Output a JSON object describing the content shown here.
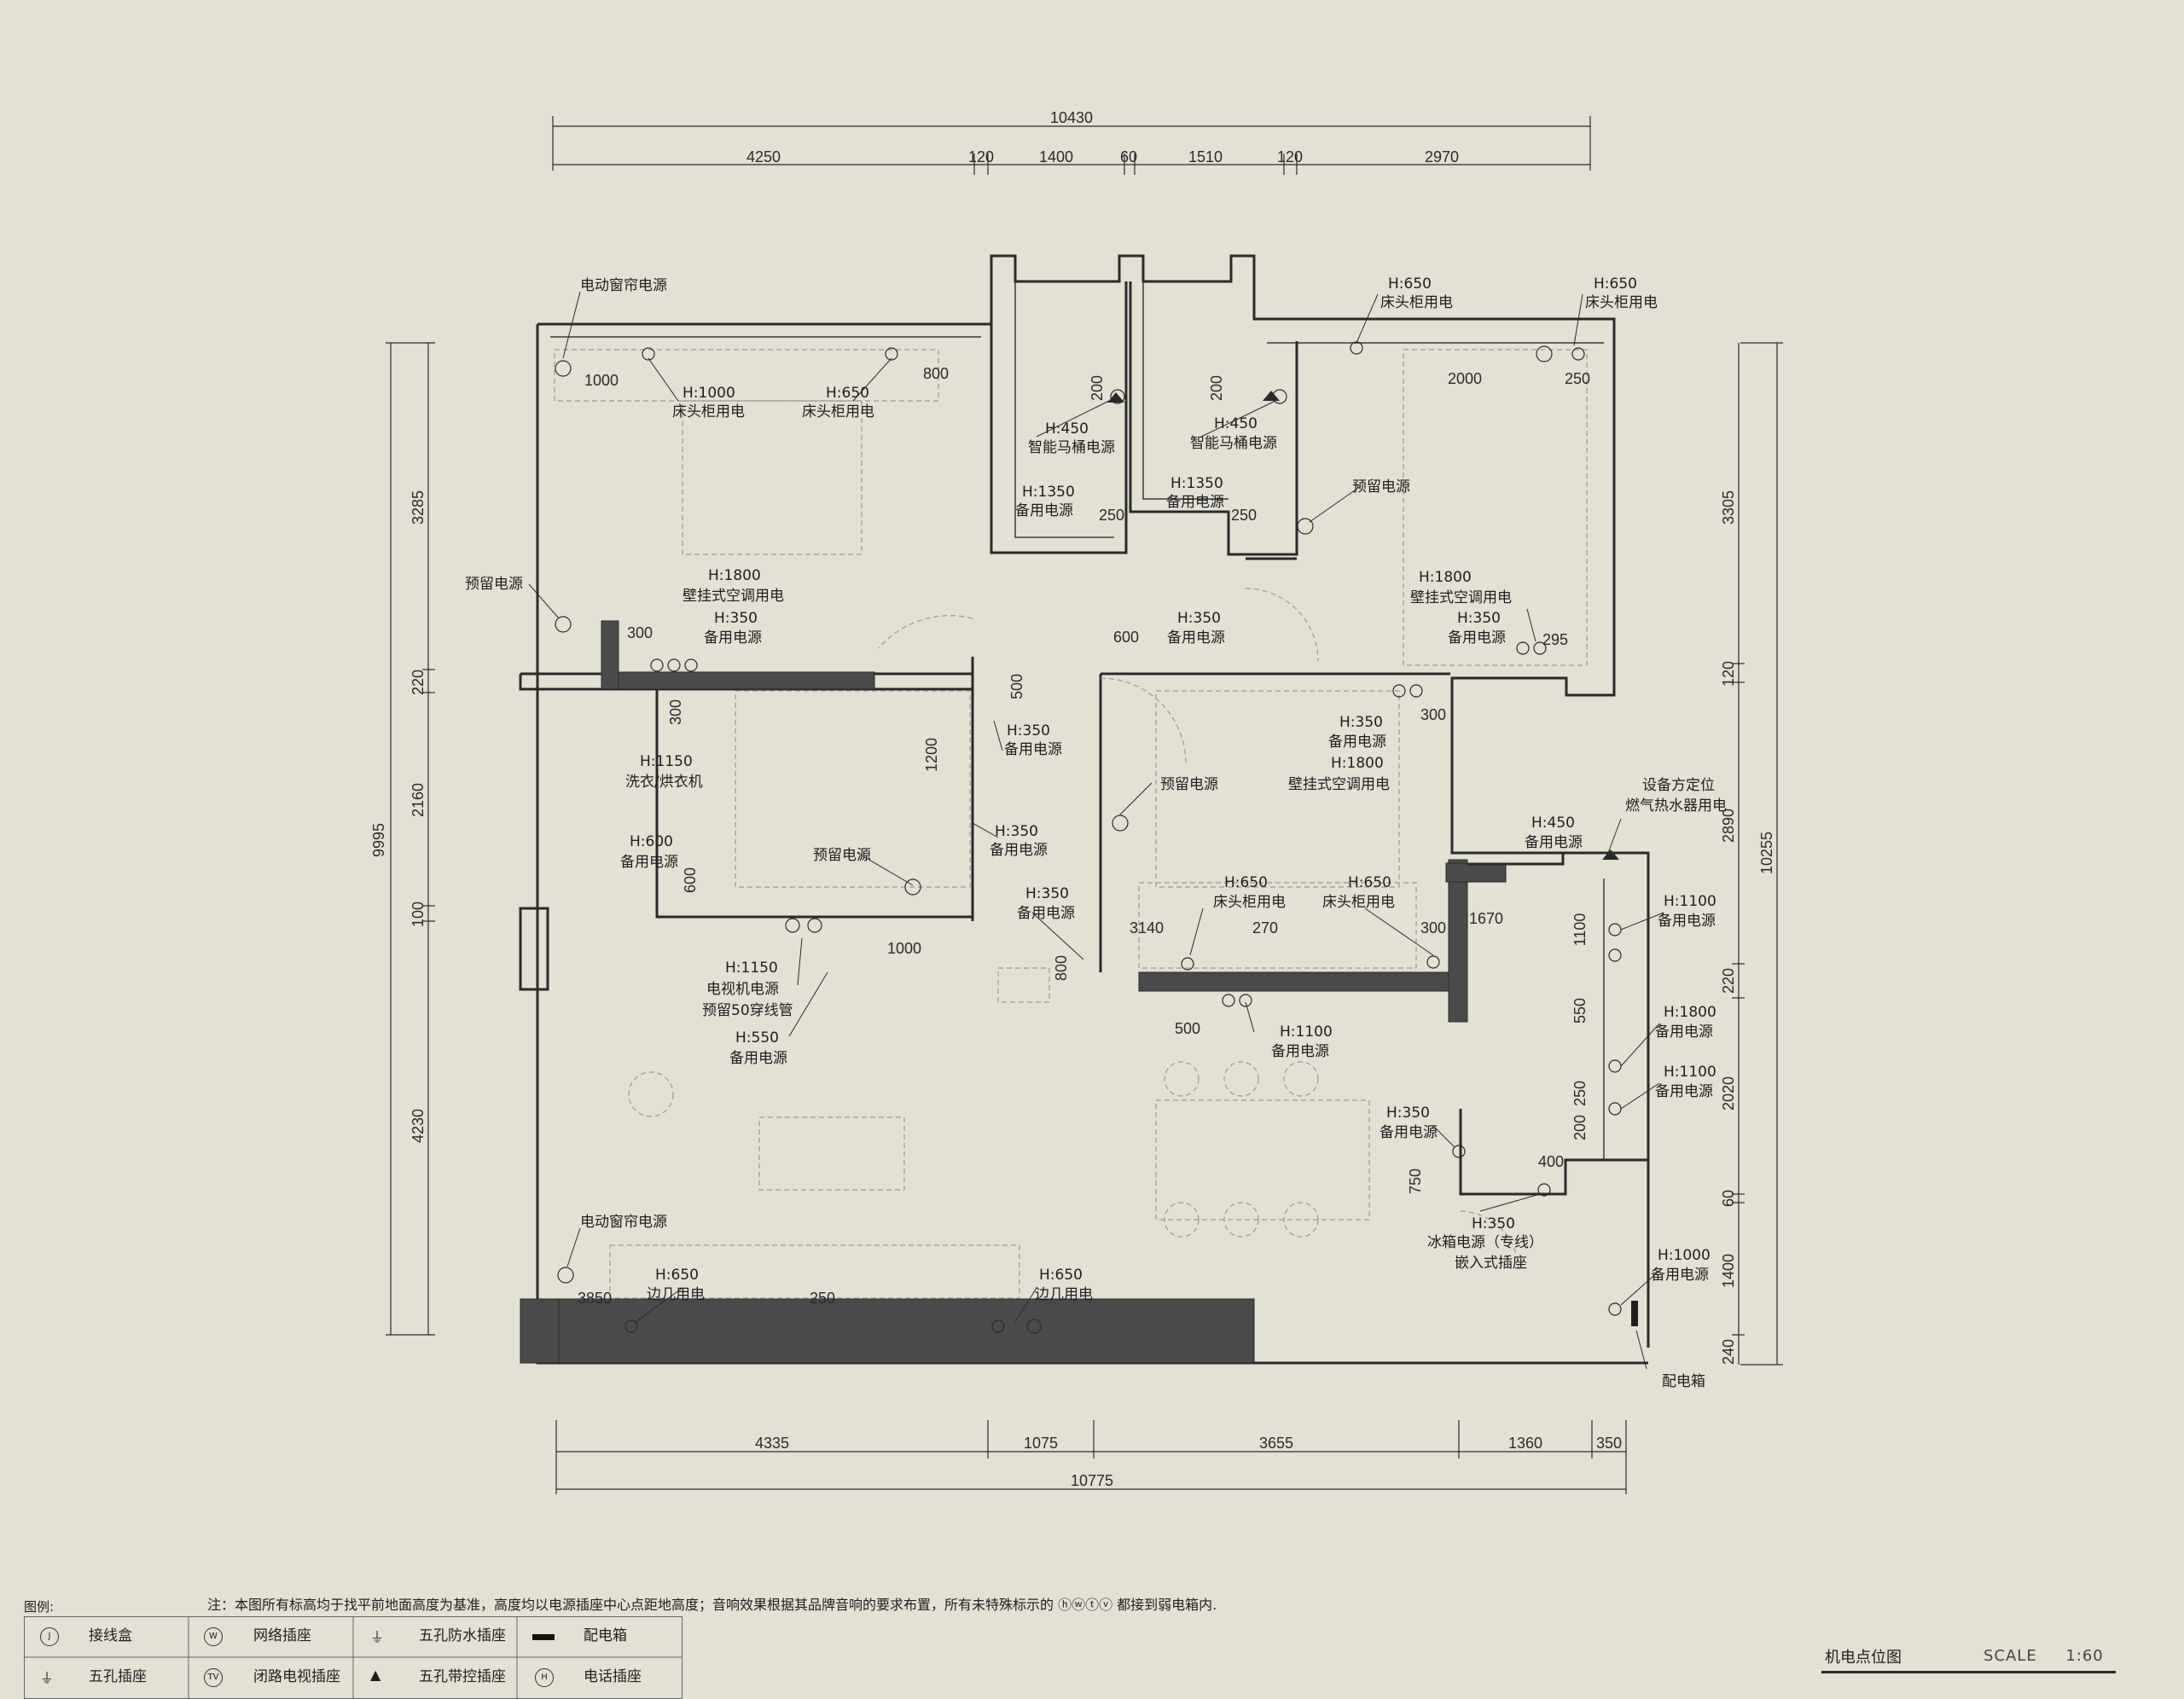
{
  "dimensions": {
    "top_total": "10430",
    "top_parts": [
      "4250",
      "120",
      "1400",
      "60",
      "1510",
      "120",
      "2970"
    ],
    "bottom_parts": [
      "4335",
      "1075",
      "3655",
      "1360",
      "350"
    ],
    "bottom_total": "10775",
    "left_total": "9995",
    "left_parts": [
      "3285",
      "220",
      "2160",
      "100",
      "4230"
    ],
    "right_total": "10255",
    "right_parts": [
      "3305",
      "120",
      "2890",
      "220",
      "2020",
      "60",
      "1400",
      "240"
    ],
    "inner": [
      "1000",
      "800",
      "2000",
      "250",
      "200",
      "200",
      "250",
      "250",
      "300",
      "295",
      "600",
      "500",
      "1200",
      "300",
      "600",
      "300",
      "800",
      "3140",
      "270",
      "300",
      "1670",
      "1000",
      "500",
      "1100",
      "550",
      "250",
      "200",
      "400",
      "750",
      "3850",
      "250"
    ]
  },
  "labels": {
    "curtain_top": "电动窗帘电源",
    "h1000": "H:1000",
    "bedside_1": "床头柜用电",
    "h650_a": "H:650",
    "bedside_2": "床头柜用电",
    "h450_a": "H:450",
    "toilet_a": "智能马桶电源",
    "h450_b": "H:450",
    "toilet_b": "智能马桶电源",
    "h650_b": "H:650",
    "bedside_3": "床头柜用电",
    "h650_c": "H:650",
    "bedside_4": "床头柜用电",
    "h1350_a": "H:1350",
    "spare_a": "备用电源",
    "h1350_b": "H:1350",
    "spare_b": "备用电源",
    "reserve_a": "预留电源",
    "reserve_b": "预留电源",
    "h1800_a": "H:1800",
    "ac_a": "壁挂式空调用电",
    "h350_a": "H:350",
    "spare_c": "备用电源",
    "h350_b": "H:350",
    "spare_d": "备用电源",
    "h1800_b": "H:1800",
    "ac_b": "壁挂式空调用电",
    "h350_c": "H:350",
    "spare_e": "备用电源",
    "h350_d": "H:350",
    "spare_f": "备用电源",
    "h1150_a": "H:1150",
    "washer": "洗衣/烘衣机",
    "h350_e": "H:350",
    "spare_g": "备用电源",
    "h350_f": "H:350",
    "spare_h": "备用电源",
    "h1800_c": "H:1800",
    "ac_c": "壁挂式空调用电",
    "reserve_c": "预留电源",
    "h600": "H:600",
    "spare_i": "备用电源",
    "h350_g": "H:350",
    "spare_j": "备用电源",
    "reserve_d": "预留电源",
    "h450_c": "H:450",
    "spare_k": "备用电源",
    "device_pos": "设备方定位",
    "heater": "燃气热水器用电",
    "h650_d": "H:650",
    "bedside_5": "床头柜用电",
    "h650_e": "H:650",
    "bedside_6": "床头柜用电",
    "h1100_a": "H:1100",
    "spare_l": "备用电源",
    "h1150_b": "H:1150",
    "tv": "电视机电源",
    "conduit": "预留50穿线管",
    "h550": "H:550",
    "spare_m": "备用电源",
    "h1100_b": "H:1100",
    "spare_n": "备用电源",
    "h1800_d": "H:1800",
    "spare_o": "备用电源",
    "h1100_c": "H:1100",
    "spare_p": "备用电源",
    "h350_h": "H:350",
    "spare_q": "备用电源",
    "h350_i": "H:350",
    "fridge": "冰箱电源（专线）",
    "embedded": "嵌入式插座",
    "curtain_bottom": "电动窗帘电源",
    "h650_f": "H:650",
    "side_a": "边几用电",
    "h650_g": "H:650",
    "side_b": "边几用电",
    "h1000_b": "H:1000",
    "spare_r": "备用电源",
    "panel": "配电箱"
  },
  "legend": {
    "title": "图例:",
    "items": [
      {
        "symbol": "J",
        "label": "接线盒"
      },
      {
        "symbol": "W",
        "label": "网络插座"
      },
      {
        "symbol": "P",
        "label": "五孔防水插座"
      },
      {
        "symbol": "box",
        "label": "配电箱"
      },
      {
        "symbol": "five",
        "label": "五孔插座"
      },
      {
        "symbol": "TV",
        "label": "闭路电视插座"
      },
      {
        "symbol": "switch",
        "label": "五孔带控插座"
      },
      {
        "symbol": "H",
        "label": "电话插座"
      }
    ]
  },
  "note": "注：本图所有标高均于找平前地面高度为基准，高度均以电源插座中心点距地高度；音响效果根据其品牌音响的要求布置，所有未特殊标示的 ⓗⓦⓣⓥ 都接到弱电箱内.",
  "title_block": {
    "title": "机电点位图",
    "scale_label": "SCALE",
    "scale_value": "1:60"
  },
  "colors": {
    "background": "#e3e0d4",
    "wall": "#2a2a2a",
    "solid_wall": "#4a4a4a"
  }
}
